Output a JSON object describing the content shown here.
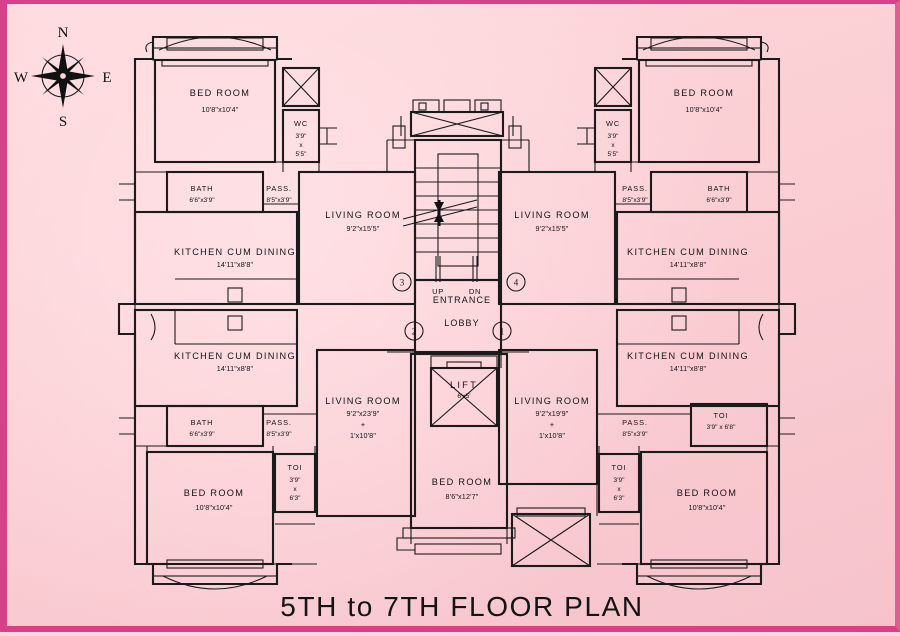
{
  "sheet": {
    "title": "5TH to 7TH FLOOR PLAN",
    "background_color": "#fbd2d5",
    "border_color": "#d6418a",
    "ink_color": "#141414"
  },
  "compass": {
    "name": "compass-rose",
    "north": "N",
    "south": "S",
    "east": "E",
    "west": "W"
  },
  "units": [
    {
      "id": "1",
      "label": "1"
    },
    {
      "id": "2",
      "label": "2"
    },
    {
      "id": "3",
      "label": "3"
    },
    {
      "id": "4",
      "label": "4"
    }
  ],
  "core": {
    "lobby_line1": "ENTRANCE",
    "lobby_line2": "LOBBY",
    "stair_up": "UP",
    "stair_dn": "DN",
    "lift_label": "LIFT",
    "lift_dim": "6'x5'"
  },
  "rooms": [
    {
      "key": "bed_tl",
      "name": "BED  ROOM",
      "dim": "10'8\"x10'4\""
    },
    {
      "key": "wc_tl",
      "name": "WC",
      "dim_l1": "3'9\"",
      "dim_x": "x",
      "dim_l2": "5'5\""
    },
    {
      "key": "bath_tl",
      "name": "BATH",
      "dim": "6'6\"x3'9\""
    },
    {
      "key": "pass_tl",
      "name": "PASS.",
      "dim": "8'5\"x3'9\""
    },
    {
      "key": "kit_tl",
      "name": "KITCHEN CUM DINING",
      "dim": "14'11\"x8'8\""
    },
    {
      "key": "liv_tl",
      "name": "LIVING  ROOM",
      "dim": "9'2\"x15'5\""
    },
    {
      "key": "bed_tr",
      "name": "BED  ROOM",
      "dim": "10'8\"x10'4\""
    },
    {
      "key": "wc_tr",
      "name": "WC",
      "dim_l1": "3'9\"",
      "dim_x": "x",
      "dim_l2": "5'5\""
    },
    {
      "key": "bath_tr",
      "name": "BATH",
      "dim": "6'6\"x3'9\""
    },
    {
      "key": "pass_tr",
      "name": "PASS.",
      "dim": "8'5\"x3'9\""
    },
    {
      "key": "kit_tr",
      "name": "KITCHEN CUM DINING",
      "dim": "14'11\"x8'8\""
    },
    {
      "key": "liv_tr",
      "name": "LIVING  ROOM",
      "dim": "9'2\"x15'5\""
    },
    {
      "key": "kit_bl",
      "name": "KITCHEN CUM DINING",
      "dim": "14'11\"x8'8\""
    },
    {
      "key": "bath_bl",
      "name": "BATH",
      "dim": "6'6\"x3'9\""
    },
    {
      "key": "pass_bl",
      "name": "PASS.",
      "dim": "8'5\"x3'9\""
    },
    {
      "key": "toi_bl",
      "name": "TOI",
      "dim_l1": "3'9\"",
      "dim_x": "x",
      "dim_l2": "6'3\""
    },
    {
      "key": "bed_bl",
      "name": "BED  ROOM",
      "dim": "10'8\"x10'4\""
    },
    {
      "key": "liv_bl",
      "name": "LIVING  ROOM",
      "dim": "9'2\"x23'9\"",
      "dim_plus": "+",
      "dim2": "1'x10'8\""
    },
    {
      "key": "kit_br",
      "name": "KITCHEN CUM DINING",
      "dim": "14'11\"x8'8\""
    },
    {
      "key": "pass_br",
      "name": "PASS.",
      "dim": "8'5\"x3'9\""
    },
    {
      "key": "toi_br",
      "name": "TOI",
      "dim": "3'9\" x 6'8\""
    },
    {
      "key": "toi_br2",
      "name": "TOI",
      "dim_l1": "3'9\"",
      "dim_x": "x",
      "dim_l2": "6'3\""
    },
    {
      "key": "bed_br",
      "name": "BED  ROOM",
      "dim": "10'8\"x10'4\""
    },
    {
      "key": "liv_br",
      "name": "LIVING  ROOM",
      "dim": "9'2\"x19'9\"",
      "dim_plus": "+",
      "dim2": "1'x10'8\""
    },
    {
      "key": "bed_bc",
      "name": "BED  ROOM",
      "dim": "8'6\"x12'7\""
    }
  ]
}
